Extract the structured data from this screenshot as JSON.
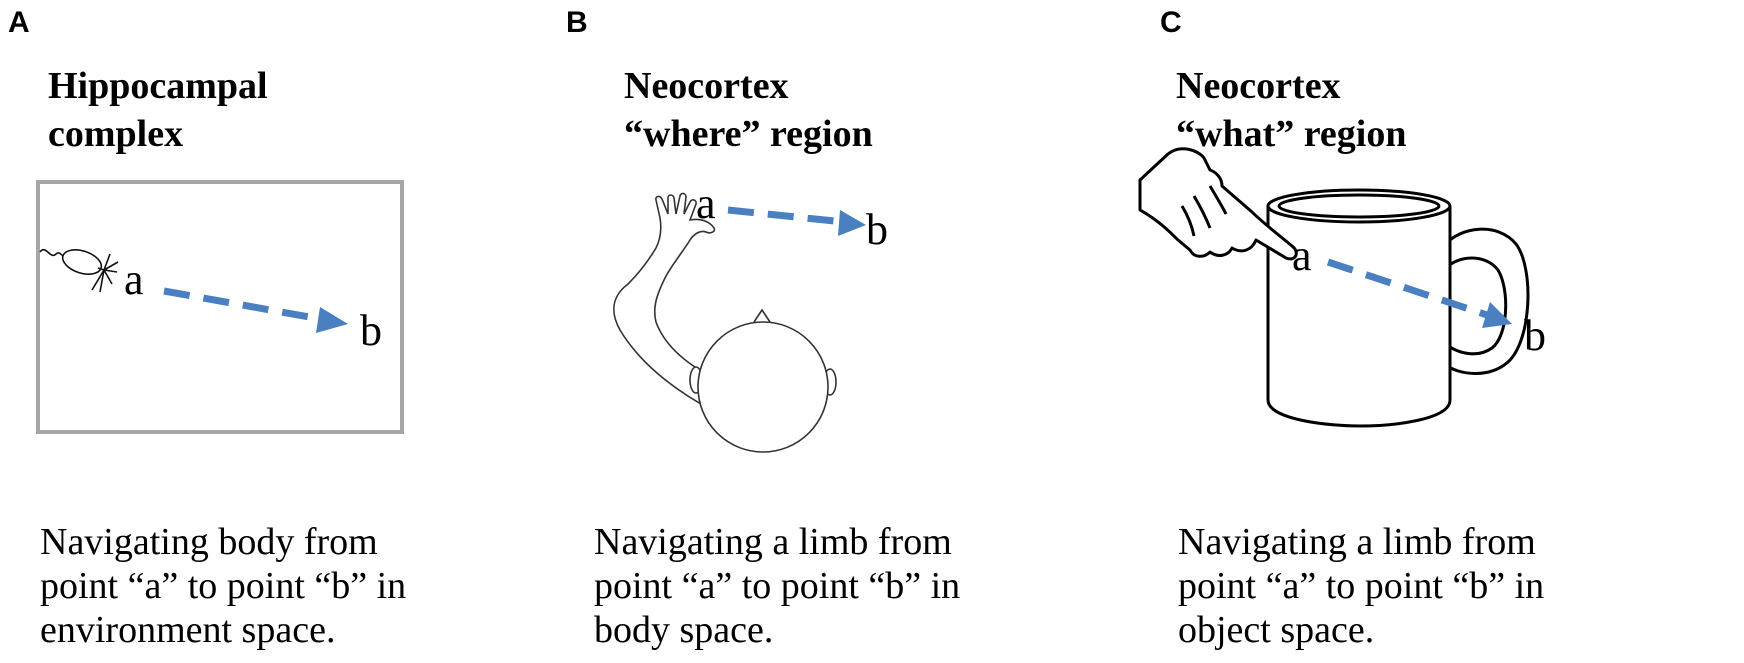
{
  "panels": [
    {
      "letter": "A",
      "title_lines": [
        "Hippocampal",
        "complex"
      ],
      "point_a": "a",
      "point_b": "b",
      "caption_lines": [
        "Navigating body from",
        "point “a” to point “b” in",
        "environment space."
      ]
    },
    {
      "letter": "B",
      "title_lines": [
        "Neocortex",
        "“where” region"
      ],
      "point_a": "a",
      "point_b": "b",
      "caption_lines": [
        "Navigating a limb from",
        "point “a” to point “b” in",
        "body space."
      ]
    },
    {
      "letter": "C",
      "title_lines": [
        "Neocortex",
        "“what” region"
      ],
      "point_a": "a",
      "point_b": "b",
      "caption_lines": [
        "Navigating a limb from",
        "point “a” to point “b” in",
        "object space."
      ]
    }
  ],
  "colors": {
    "arrow": "#4a7fc1",
    "frame": "#a6a6a6",
    "line": "#333333"
  },
  "icons": [
    "rat-icon",
    "arm-and-head-icon",
    "pointing-hand-icon",
    "mug-icon"
  ]
}
